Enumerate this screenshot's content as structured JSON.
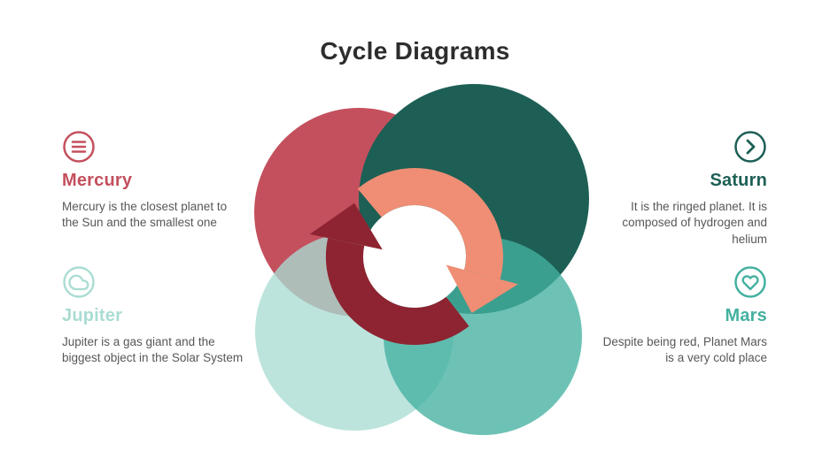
{
  "title": "Cycle Diagrams",
  "colors": {
    "red": "#c4505e",
    "dark_teal": "#1d5f55",
    "light_teal": "#a9dcd3",
    "teal": "#44b1a0",
    "salmon": "#ef8e74",
    "maroon": "#8e2431",
    "body_text": "#575757"
  },
  "items": {
    "mercury": {
      "heading": "Mercury",
      "description": "Mercury is the closest planet to the Sun and the smallest one",
      "icon": "list-icon"
    },
    "jupiter": {
      "heading": "Jupiter",
      "description": "Jupiter is a gas giant and the biggest object in the Solar System",
      "icon": "cloud-icon"
    },
    "saturn": {
      "heading": "Saturn",
      "description": "It is the ringed planet. It is composed of hydrogen and helium",
      "icon": "chevron-right-icon"
    },
    "mars": {
      "heading": "Mars",
      "description": "Despite being red, Planet Mars is a very cold place",
      "icon": "heart-icon"
    }
  }
}
